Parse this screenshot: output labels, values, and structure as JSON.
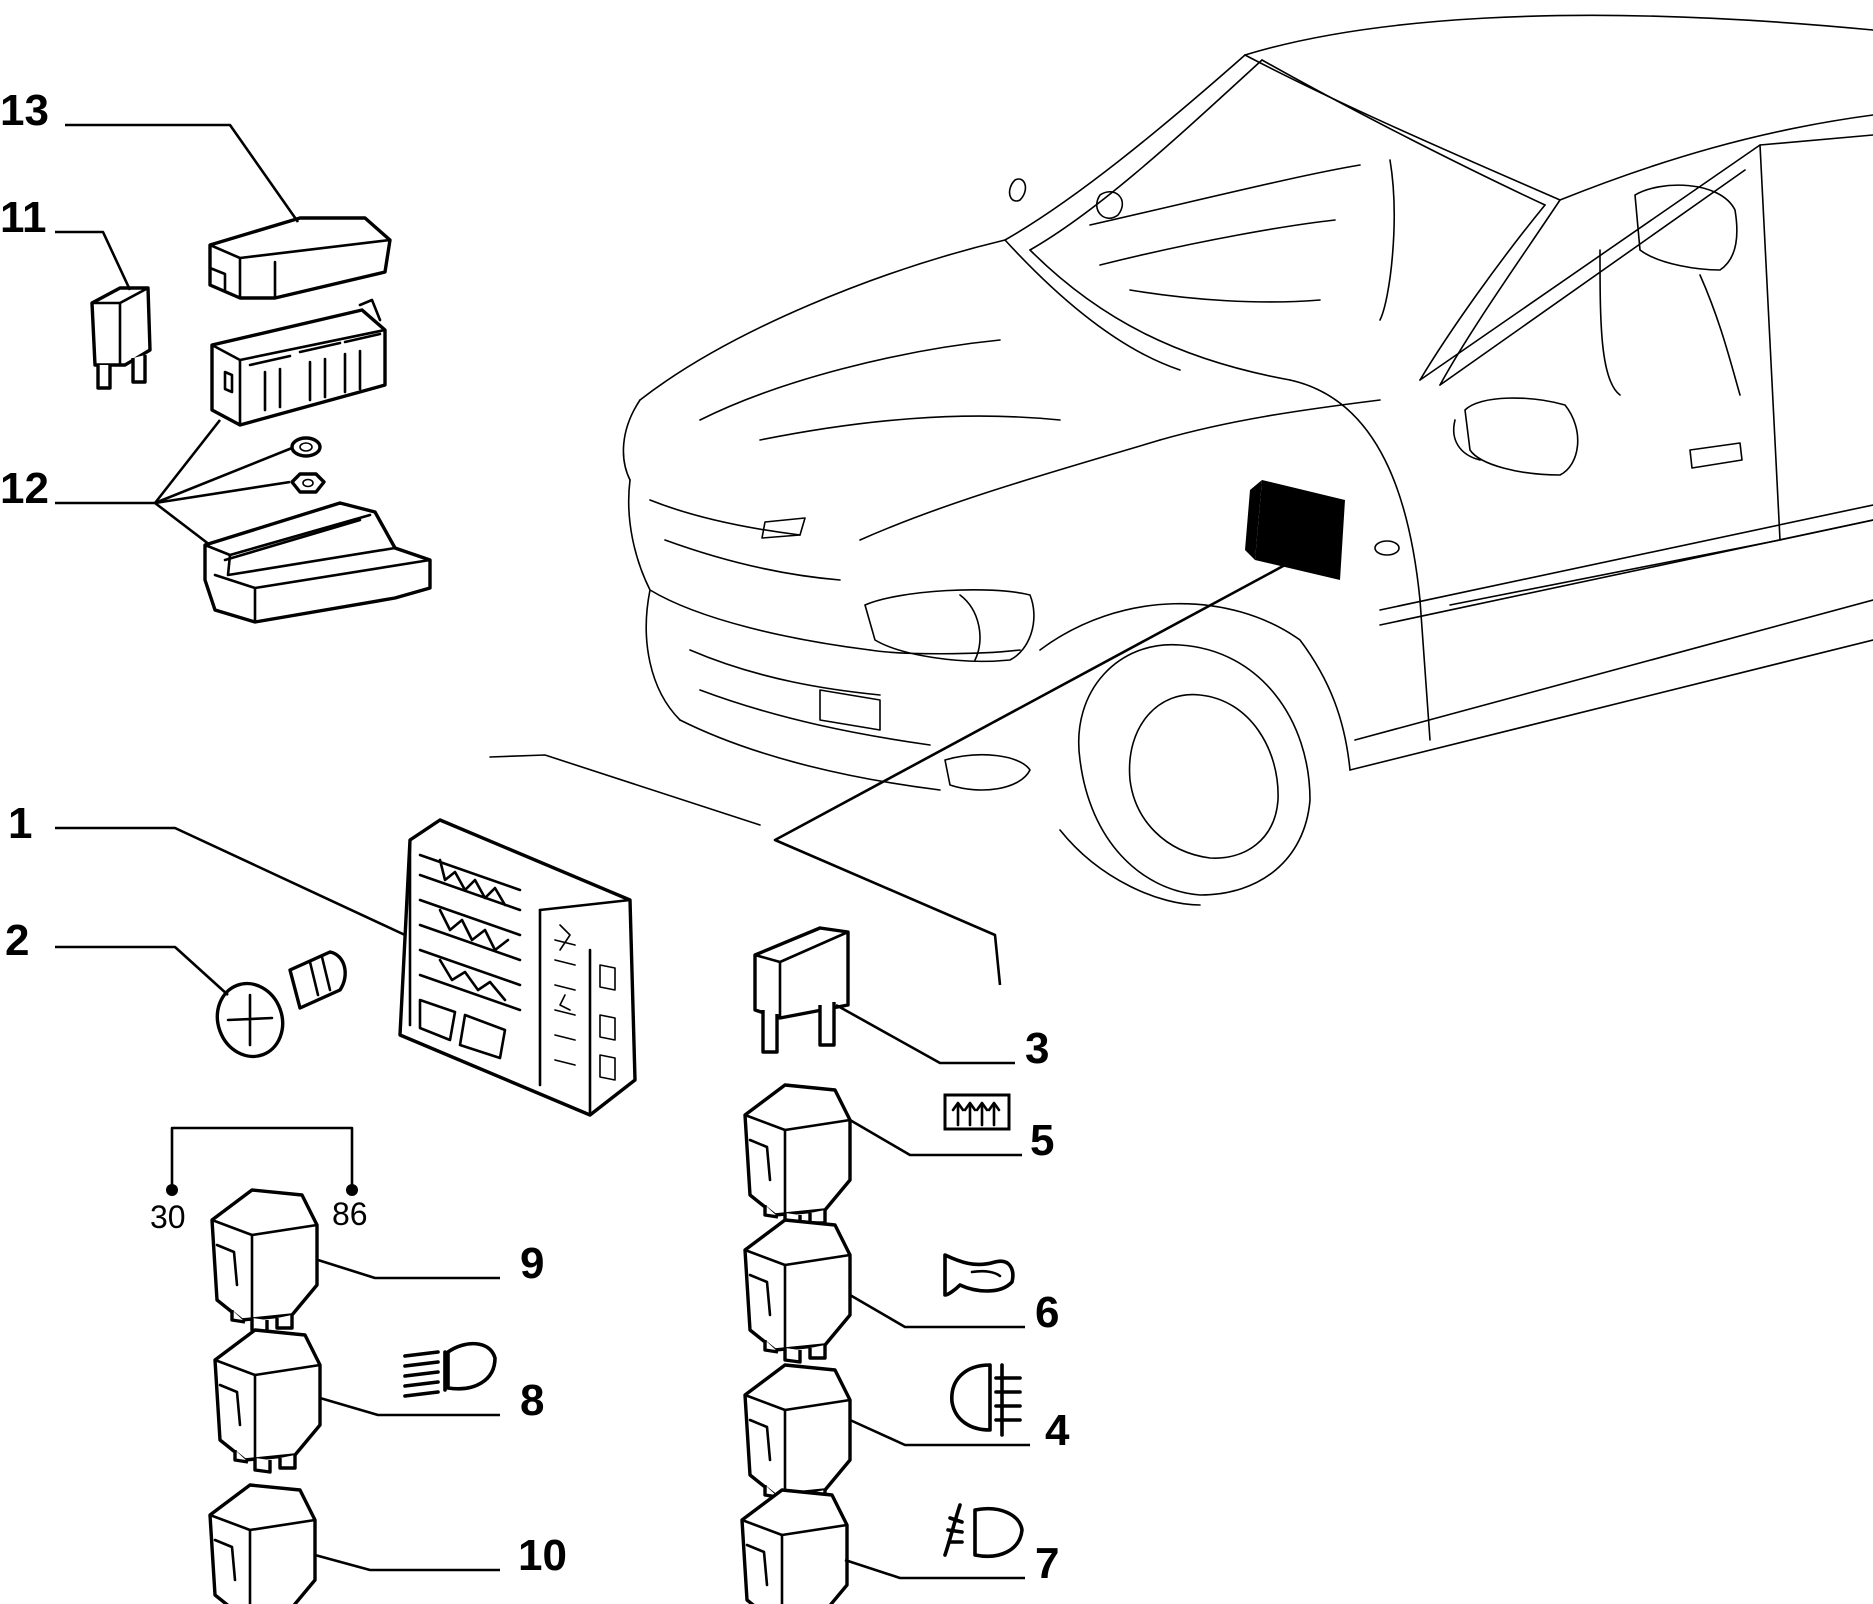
{
  "callouts": {
    "c1": "1",
    "c2": "2",
    "c3": "3",
    "c4": "4",
    "c5": "5",
    "c6": "6",
    "c7": "7",
    "c8": "8",
    "c9": "9",
    "c10": "10",
    "c11": "11",
    "c12": "12",
    "c13": "13"
  },
  "terminals": {
    "t30": "30",
    "t86": "86"
  },
  "icons": {
    "rear_defrost": "rear-window-defrost-icon",
    "horn": "horn-icon",
    "fog_light": "fog-light-icon",
    "rear_fog_light": "rear-fog-light-icon",
    "high_beam": "high-beam-icon"
  }
}
